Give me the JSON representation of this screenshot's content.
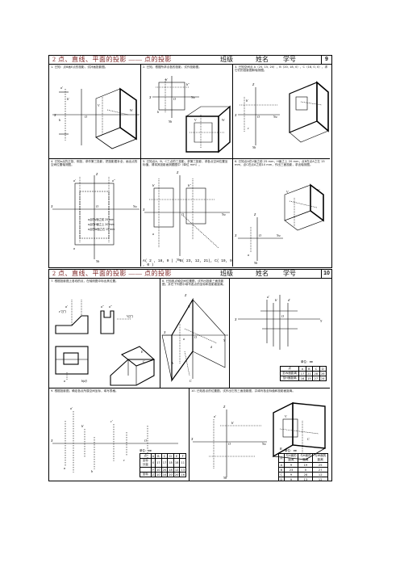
{
  "page1": {
    "title": "2 点、直线、平面的投影 —— 点的投影",
    "class_label": "班级",
    "name_label": "姓名",
    "number_label": "学号",
    "page_no": "9",
    "q1": "1. 已知：点B画E点的投影，试补画投影图。",
    "q2": "2. 已知，根据所求点各的投影，试作投影图。",
    "q3": "3. 已知空间点 A（25, 15, 20），B（20, 18, 0），C（18, 0, 0），求它们的投影图和轴测图。",
    "q4": "4. 已知a点的正投、侧投，求作第三投影，把投影图补全，画出点的空间位置轴测图。",
    "q5": "5. 已知点A、B、C三点的三投影，求第三投影，求各点空间位置坐标值，请将其投影画到题图中（单位 mm）。",
    "q6": "6. 已知点A在V面之前 25 mm，H面之上 20 mm，点B在点A之左 15 mm，点C在点A之前10 mm，作出三面投影，求出轴测图。",
    "coords_note": "A( 2 , 18, 0 ) , B( 23, 12, 21), C( 19, 9 , 0 )",
    "legend_v": "a点在V面之前 25 mm",
    "legend_h": "a点在H面之上 20 mm",
    "legend_w": "a点在W面之右 15 mm"
  },
  "page2": {
    "title": "2 点、直线、平面的投影 —— 点的投影",
    "class_label": "班级",
    "name_label": "姓名",
    "number_label": "学号",
    "page_no": "10",
    "q7": "7. 根据投影图上各线的点，在轴测图中标出其位置。",
    "q8": "8. 已知各点轴空间位置图，试作出投影三面投影图，并在下列表中填写各点的坐标和投影面距离。",
    "q9": "9. 根据投影图，确定各点所属空间坐标，填写表格。",
    "q10": "10. 已知各点的位置图，试作出它的三面投影图，并填写各坐标值和投影面距离。",
    "unit": "单位: mm",
    "table8": {
      "header": [
        "点",
        "A",
        "B",
        "C",
        "D"
      ],
      "rows": [
        [
          "至W面距离",
          "17",
          "21",
          "28",
          "26"
        ],
        [
          "至H面距离",
          "16",
          "15",
          "27",
          "24"
        ]
      ]
    },
    "table9": {
      "header": [
        "点",
        "A",
        "B",
        "C",
        "D",
        "E",
        "F"
      ],
      "rows": [
        [
          "坐标分量",
          "X",
          "17",
          "17",
          "18",
          "18",
          "11"
        ],
        [
          "",
          "Y",
          "10",
          "20",
          "18",
          "12",
          "13"
        ],
        [
          "坐标",
          "Z",
          "10",
          "10",
          "20",
          "20",
          "16"
        ]
      ]
    },
    "table10": {
      "header": [
        "点",
        "与V面的距离",
        "与H面的距离",
        "与W面的距离"
      ],
      "rows": [
        [
          "A",
          "9",
          "19",
          "25"
        ],
        [
          "B",
          "23",
          "0",
          "27"
        ],
        [
          "C",
          "9",
          "28",
          "12"
        ],
        [
          "D",
          "9",
          "13",
          "12"
        ]
      ]
    }
  }
}
